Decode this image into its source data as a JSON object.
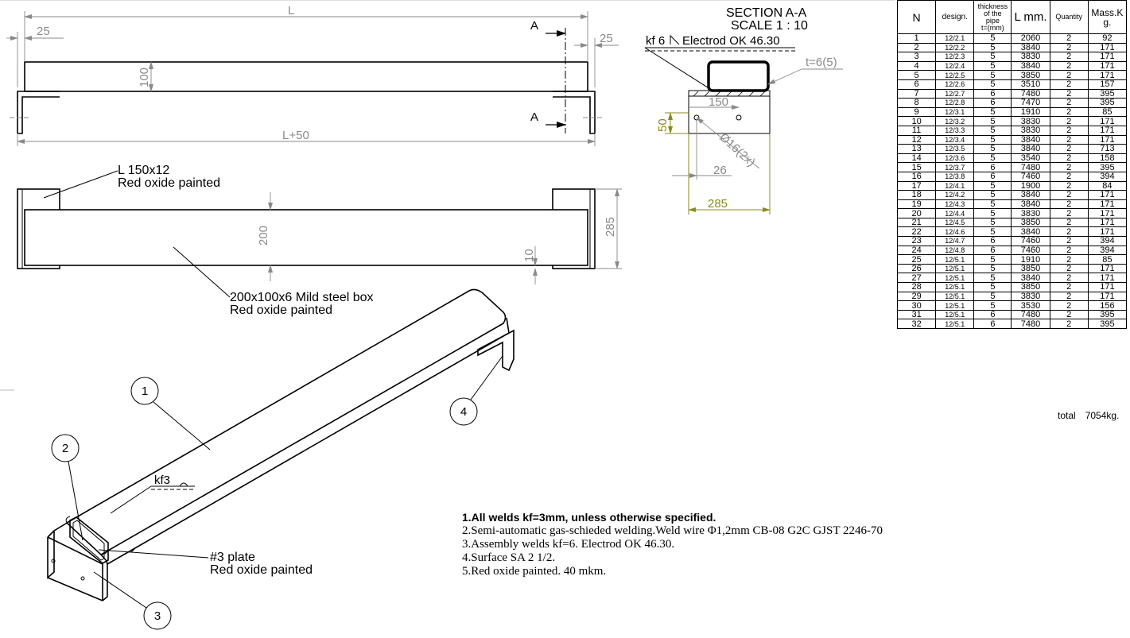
{
  "elevation": {
    "dim_L": "L",
    "dim_25_left": "25",
    "dim_25_right": "25",
    "dim_100": "100",
    "dim_L50": "L+50",
    "section_mark": "A"
  },
  "plan": {
    "angle_label_1": "L 150x12",
    "angle_label_2": "Red oxide painted",
    "dim_200": "200",
    "dim_285": "285",
    "dim_10": "10",
    "box_label_1": "200x100x6 Mild steel box",
    "box_label_2": "Red oxide painted"
  },
  "section": {
    "title": "SECTION A-A",
    "scale": "SCALE 1 : 10",
    "weld_kf": "kf 6",
    "electrode": "Electrod OK 46.30",
    "thickness": "t=6(5)",
    "dim_150": "150",
    "dim_50": "50",
    "dim_26": "26",
    "dim_285": "285",
    "hole": "Ø16(2x)"
  },
  "iso": {
    "balloons": [
      "1",
      "2",
      "3",
      "4"
    ],
    "weld": "kf3",
    "plate_label_1": "#3 plate",
    "plate_label_2": "Red oxide painted"
  },
  "table": {
    "headers": {
      "n": "N",
      "design": "design.",
      "thick": [
        "thickness",
        "of the",
        "pipe",
        "t=(mm)"
      ],
      "length": "L mm.",
      "qty": "Quantity",
      "mass": [
        "Mass.K",
        "g."
      ]
    },
    "rows": [
      [
        "1",
        "12/2.1",
        "5",
        "2060",
        "2",
        "92"
      ],
      [
        "2",
        "12/2.2",
        "5",
        "3840",
        "2",
        "171"
      ],
      [
        "3",
        "12/2.3",
        "5",
        "3830",
        "2",
        "171"
      ],
      [
        "4",
        "12/2.4",
        "5",
        "3840",
        "2",
        "171"
      ],
      [
        "5",
        "12/2.5",
        "5",
        "3850",
        "2",
        "171"
      ],
      [
        "6",
        "12/2.6",
        "5",
        "3510",
        "2",
        "157"
      ],
      [
        "7",
        "12/2.7",
        "6",
        "7480",
        "2",
        "395"
      ],
      [
        "8",
        "12/2.8",
        "6",
        "7470",
        "2",
        "395"
      ],
      [
        "9",
        "12/3.1",
        "5",
        "1910",
        "2",
        "85"
      ],
      [
        "10",
        "12/3.2",
        "5",
        "3830",
        "2",
        "171"
      ],
      [
        "11",
        "12/3.3",
        "5",
        "3830",
        "2",
        "171"
      ],
      [
        "12",
        "12/3.4",
        "5",
        "3840",
        "2",
        "171"
      ],
      [
        "13",
        "12/3.5",
        "5",
        "3840",
        "2",
        "713"
      ],
      [
        "14",
        "12/3.6",
        "5",
        "3540",
        "2",
        "158"
      ],
      [
        "15",
        "12/3.7",
        "6",
        "7480",
        "2",
        "395"
      ],
      [
        "16",
        "12/3.8",
        "6",
        "7460",
        "2",
        "394"
      ],
      [
        "17",
        "12/4.1",
        "5",
        "1900",
        "2",
        "84"
      ],
      [
        "18",
        "12/4.2",
        "5",
        "3840",
        "2",
        "171"
      ],
      [
        "19",
        "12/4.3",
        "5",
        "3840",
        "2",
        "171"
      ],
      [
        "20",
        "12/4.4",
        "5",
        "3830",
        "2",
        "171"
      ],
      [
        "21",
        "12/4.5",
        "5",
        "3850",
        "2",
        "171"
      ],
      [
        "22",
        "12/4.6",
        "5",
        "3840",
        "2",
        "171"
      ],
      [
        "23",
        "12/4.7",
        "6",
        "7460",
        "2",
        "394"
      ],
      [
        "24",
        "12/4.8",
        "6",
        "7460",
        "2",
        "394"
      ],
      [
        "25",
        "12/5.1",
        "5",
        "1910",
        "2",
        "85"
      ],
      [
        "26",
        "12/5.1",
        "5",
        "3850",
        "2",
        "171"
      ],
      [
        "27",
        "12/5.1",
        "5",
        "3840",
        "2",
        "171"
      ],
      [
        "28",
        "12/5.1",
        "5",
        "3850",
        "2",
        "171"
      ],
      [
        "29",
        "12/5.1",
        "5",
        "3830",
        "2",
        "171"
      ],
      [
        "30",
        "12/5.1",
        "5",
        "3530",
        "2",
        "156"
      ],
      [
        "31",
        "12/5.1",
        "6",
        "7480",
        "2",
        "395"
      ],
      [
        "32",
        "12/5.1",
        "6",
        "7480",
        "2",
        "395"
      ]
    ],
    "total_label": "total",
    "total_value": "7054kg."
  },
  "notes": [
    "1.All welds kf=3mm, unless otherwise specified.",
    "2.Semi-automatic gas-schieded welding.Weld wire Φ1,2mm CB-08 G2C GJST 2246-70",
    "3.Assembly welds kf=6. Electrod  OK 46.30.",
    "4.Surface  SA 2  1/2.",
    "5.Red oxide painted. 40 mkm."
  ]
}
